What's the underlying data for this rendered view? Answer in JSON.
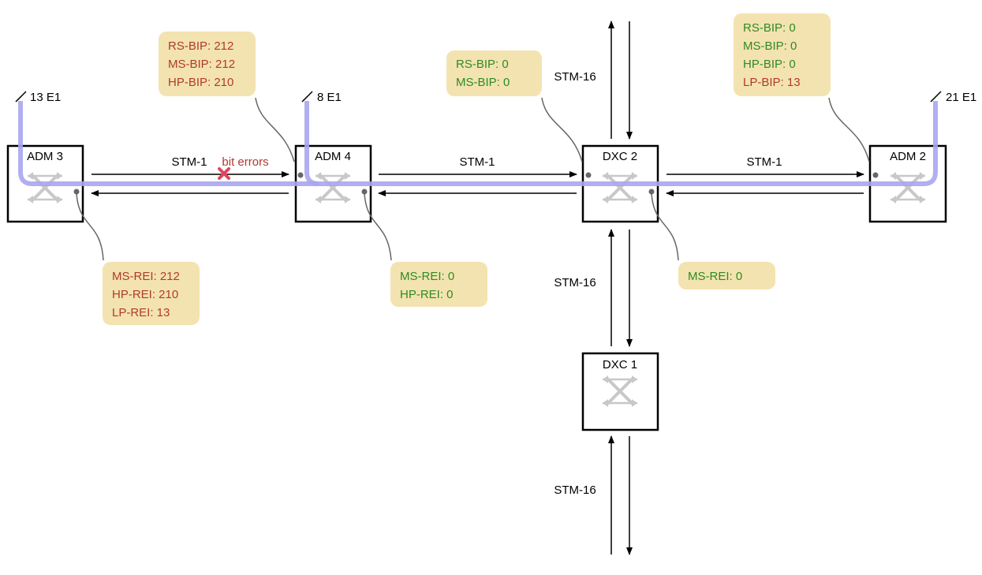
{
  "colors": {
    "path": "#a9a6f0",
    "callout_bg": "#f3e3b0",
    "error": "#b03a2e",
    "ok": "#2e8b24",
    "switch_icon": "#c8c8c8",
    "error_mark": "#e0455c"
  },
  "nodes": {
    "adm3": "ADM 3",
    "adm4": "ADM 4",
    "dxc2": "DXC 2",
    "adm2": "ADM 2",
    "dxc1": "DXC 1"
  },
  "tributaries": {
    "adm3": "13 E1",
    "adm4": "8 E1",
    "adm2": "21 E1"
  },
  "links": {
    "adm3_adm4": "STM-1",
    "adm4_dxc2": "STM-1",
    "dxc2_adm2": "STM-1",
    "dxc2_up": "STM-16",
    "dxc2_dxc1": "STM-16",
    "dxc1_down": "STM-16"
  },
  "fault": {
    "label": "bit errors",
    "icon": "x-mark"
  },
  "callouts": {
    "adm4_in": [
      {
        "text": "RS-BIP: 212",
        "status": "error"
      },
      {
        "text": "MS-BIP: 212",
        "status": "error"
      },
      {
        "text": "HP-BIP: 210",
        "status": "error"
      }
    ],
    "dxc2_in": [
      {
        "text": "RS-BIP: 0",
        "status": "ok"
      },
      {
        "text": "MS-BIP: 0",
        "status": "ok"
      }
    ],
    "adm2_in": [
      {
        "text": "RS-BIP: 0",
        "status": "ok"
      },
      {
        "text": "MS-BIP: 0",
        "status": "ok"
      },
      {
        "text": "HP-BIP: 0",
        "status": "ok"
      },
      {
        "text": "LP-BIP: 13",
        "status": "error"
      }
    ],
    "adm3_out": [
      {
        "text": "MS-REI: 212",
        "status": "error"
      },
      {
        "text": "HP-REI: 210",
        "status": "error"
      },
      {
        "text": "LP-REI: 13",
        "status": "error"
      }
    ],
    "adm4_out": [
      {
        "text": "MS-REI: 0",
        "status": "ok"
      },
      {
        "text": "HP-REI: 0",
        "status": "ok"
      }
    ],
    "dxc2_out": [
      {
        "text": "MS-REI: 0",
        "status": "ok"
      }
    ]
  }
}
